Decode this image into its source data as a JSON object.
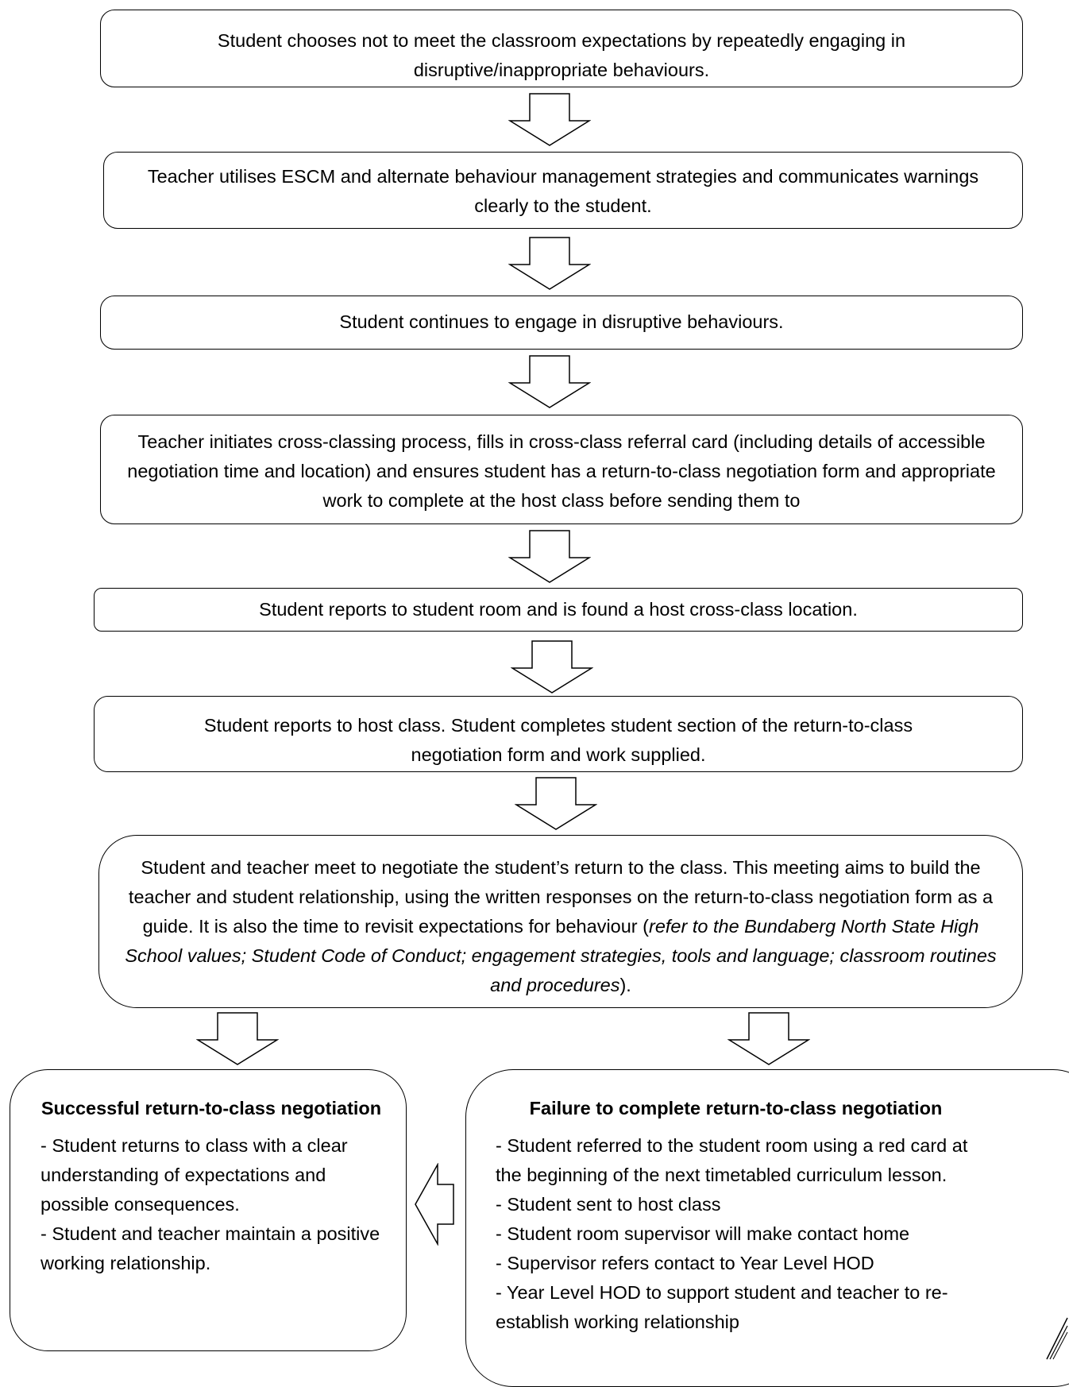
{
  "steps": [
    "Student chooses not to meet the classroom expectations by repeatedly engaging in disruptive/inappropriate behaviours.",
    "Teacher utilises ESCM and alternate behaviour management strategies and communicates warnings clearly to the student.",
    "Student continues to engage in disruptive behaviours.",
    "Teacher initiates cross-classing process, fills in cross-class referral card (including details of accessible negotiation time and location) and ensures student has a return-to-class negotiation form and appropriate work to complete at the host class before sending them to",
    "Student reports to student room and is found a host cross-class location.",
    "Student reports to host class. Student completes student section of the return-to-class negotiation form and work supplied."
  ],
  "meeting": {
    "intro": "Student and teacher meet to negotiate the student’s return to the class. This meeting aims to build the teacher and student relationship, using the written responses on the return-to-class negotiation form as a guide.  It is also the time to revisit expectations for behaviour (",
    "italic": "refer to the Bundaberg North State High School values; Student Code of Conduct; engagement strategies, tools and language; classroom routines and procedures",
    "outro": ")."
  },
  "success": {
    "title": "Successful return-to-class negotiation",
    "lines": [
      "- Student returns to class with a clear understanding of expectations and possible consequences.",
      "- Student and teacher maintain a positive working relationship."
    ]
  },
  "failure": {
    "title": "Failure to complete return-to-class negotiation",
    "lines": [
      "- Student referred to the student room using a red card at the beginning of the next timetabled curriculum lesson.",
      "- Student sent to host class",
      "- Student room supervisor will make contact home",
      "- Supervisor refers contact to Year Level HOD",
      "- Year Level HOD to support student and teacher to re-establish working relationship"
    ]
  }
}
